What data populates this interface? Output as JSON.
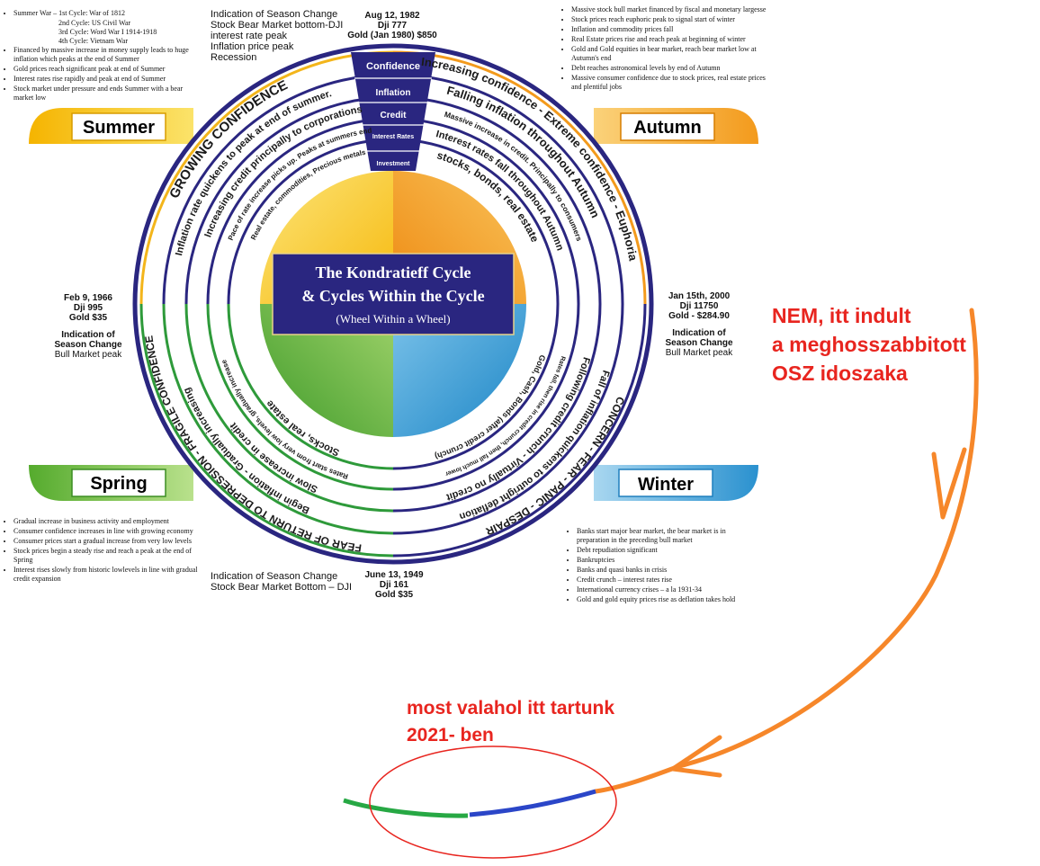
{
  "diagram": {
    "title_line1": "The Kondratieff Cycle",
    "title_line2": "& Cycles Within the Cycle",
    "title_line3": "(Wheel Within a Wheel)",
    "seasons": {
      "summer": "Summer",
      "autumn": "Autumn",
      "spring": "Spring",
      "winter": "Winter"
    },
    "indicators": [
      "Confidence",
      "Inflation",
      "Credit",
      "Interest Rates",
      "Investment"
    ],
    "summer_rings": [
      "GROWING CONFIDENCE",
      "Inflation rate quickens to peak at end of summer.",
      "Increasing credit principally to corporations",
      "Pace of rate increase picks up. Peaks at summers end",
      "Real estate, commodities, Precious metals"
    ],
    "autumn_rings": [
      "Increasing confidence - Extreme confidence - Euphoria",
      "Falling inflation throughout Autumn",
      "Massive increase in credit. Principally to consumers",
      "Interest rates fall throughout Autumn",
      "stocks, bonds, real estate"
    ],
    "spring_rings": [
      "FEAR OF RETURN TO DEPRESSION - FRAGILE CONFIDENCE",
      "Begin inflation - Gradually increasing",
      "Slow increase in credit",
      "Rates start from very low levels, gradually increase",
      "Stocks, real estate"
    ],
    "winter_rings": [
      "CONCERN - FEAR - PANIC - DESPAIR",
      "Fall of inflation quickens to outright deflation",
      "Following credit crunch - Virtually no credit",
      "Rates fall, then rise in credit crunch, then fall much lower",
      "Gold, Cash, Bonds (after credit crunch)"
    ]
  },
  "top_left_notes": [
    "Summer War – 1st Cycle: War of 1812",
    "2nd Cycle: US Civil War",
    "3rd Cycle: Word War I 1914-1918",
    "4th Cycle: Vietnam War",
    "Financed by massive increase in money supply leads to huge inflation which peaks at the end of Summer",
    "Gold prices reach significant peak at end of Summer",
    "Interest rates rise rapidly and peak at end of Summer",
    "Stock market under pressure and ends Summer with a bear market low"
  ],
  "top_center_left": {
    "title": "Indication of Season Change",
    "l1": "Stock Bear Market bottom-DJI",
    "l2": "interest rate peak",
    "l3": "Inflation price peak",
    "l4": "Recession"
  },
  "top_date": {
    "l1": "Aug 12, 1982",
    "l2": "Dji 777",
    "l3": "Gold (Jan 1980) $850"
  },
  "top_right_notes": [
    "Massive stock bull market financed by fiscal and monetary largesse",
    "Stock prices reach euphoric peak to signal start of winter",
    "Inflation and commodity prices fall",
    "Real Estate prices rise and reach peak at beginning of winter",
    "Gold and Gold equities in bear market, reach bear market low at Autumn's end",
    "Debt reaches astronomical levels by end of Autumn",
    "Massive consumer confidence due to stock prices, real estate prices and plentiful jobs"
  ],
  "left_date": {
    "l1": "Feb 9, 1966",
    "l2": "Dji 995",
    "l3": "Gold $35",
    "l4": "Indication of",
    "l5": "Season Change",
    "l6": "Bull Market peak"
  },
  "right_date": {
    "l1": "Jan 15th, 2000",
    "l2": "Dji 11750",
    "l3": "Gold - $284.90",
    "l4": "Indication of",
    "l5": "Season Change",
    "l6": "Bull Market peak"
  },
  "bottom_left_notes": [
    "Gradual increase in business activity and employment",
    "Consumer confidence increases in line with growing economy",
    "Consumer prices start a gradual increase from very low levels",
    "Stock prices begin a steady rise and reach a peak at the end of Spring",
    "Interest rises slowly from historic lowlevels in line with gradual credit expansion"
  ],
  "bottom_center_left": {
    "title": "Indication of Season Change",
    "l1": "Stock Bear Market Bottom – DJI"
  },
  "bottom_date": {
    "l1": "June 13, 1949",
    "l2": "Dji 161",
    "l3": "Gold $35"
  },
  "bottom_right_notes": [
    "Banks start major bear market, the bear market is in preparation in the preceding bull market",
    "Debt repudiation significant",
    "Bankruptcies",
    "Banks and quasi banks in crisis",
    "Credit crunch – interest rates rise",
    "International currency crises – a la 1931-34",
    "Gold and gold equity prices rise as deflation takes hold"
  ],
  "annotations": {
    "right_l1": "NEM, itt indult",
    "right_l2": "a meghosszabbitott",
    "right_l3": "OSZ idoszaka",
    "bottom_l1": "most valahol itt tartunk",
    "bottom_l2": "2021- ben"
  },
  "colors": {
    "summer": "#f7c21b",
    "autumn": "#f39a1c",
    "spring": "#6bb43a",
    "winter": "#3c9fd3",
    "navy": "#2a2680",
    "annotation_red": "#e8251f",
    "arrow_orange": "#f6872a",
    "arc_green": "#27a844",
    "arc_blue": "#2b46c8"
  }
}
